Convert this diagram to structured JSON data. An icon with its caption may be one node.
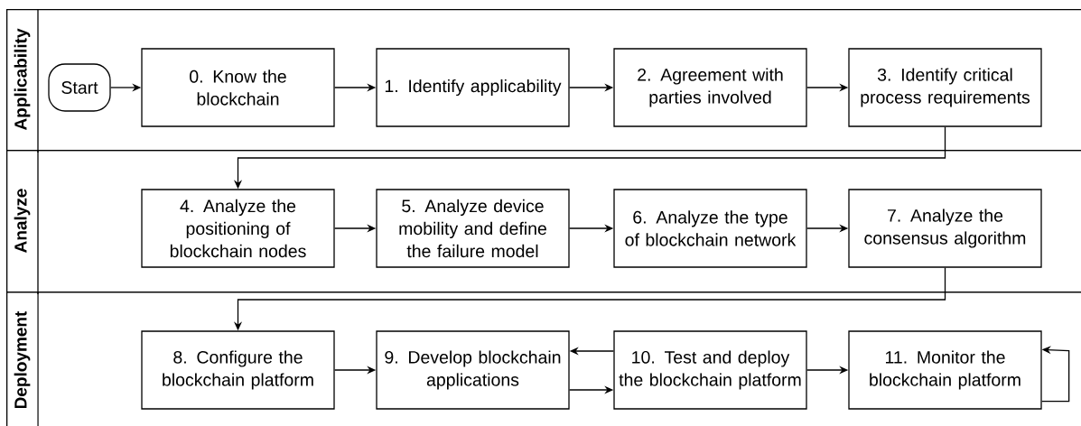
{
  "diagram": {
    "nodes": [
      {
        "text": [
          "Applicability"
        ]
      },
      {
        "text": [
          "Start"
        ],
        "in": 0
      },
      {
        "text": [
          "0. Know the blockchain"
        ],
        "in": 0
      },
      {
        "text": [
          "1. Identify applicability"
        ],
        "in": 0
      },
      {
        "text": [
          "2. Agreement with parties involved"
        ],
        "in": 0
      },
      {
        "text": [
          "3. Identify critical process requirements"
        ],
        "in": 0
      },
      {
        "text": [
          "Analyze"
        ]
      },
      {
        "text": [
          "4. Analyze the positioning of blockchain nodes"
        ],
        "in": 6
      },
      {
        "text": [
          "5. Analyze device mobility and define the failure model"
        ],
        "in": 6
      },
      {
        "text": [
          "6. Analyze the type of blockchain network"
        ],
        "in": 6
      },
      {
        "text": [
          "7. Analyze the consensus algorithm"
        ],
        "in": 6
      },
      {
        "text": [
          "Deployment"
        ]
      },
      {
        "text": [
          "8. Configure the blockchain platform"
        ],
        "in": 11
      },
      {
        "text": [
          "9. Develop blockchain applications"
        ],
        "in": 11
      },
      {
        "text": [
          "10. Test and deploy the blockchain platform"
        ],
        "in": 11
      },
      {
        "text": [
          "11. Monitor the blockchain platform"
        ],
        "in": 11
      }
    ],
    "edges": [
      {
        "from": 1,
        "to": 2,
        "arrow": "to"
      },
      {
        "from": 2,
        "to": 3,
        "arrow": "to"
      },
      {
        "from": 3,
        "to": 4,
        "arrow": "to"
      },
      {
        "from": 4,
        "to": 5,
        "arrow": "to"
      },
      {
        "from": 5,
        "to": 7,
        "arrow": "to"
      },
      {
        "from": 7,
        "to": 8,
        "arrow": "to"
      },
      {
        "from": 8,
        "to": 9,
        "arrow": "to"
      },
      {
        "from": 9,
        "to": 10,
        "arrow": "to"
      },
      {
        "from": 10,
        "to": 12,
        "arrow": "to"
      },
      {
        "from": 12,
        "to": 13,
        "arrow": "to"
      },
      {
        "from": 14,
        "to": 13,
        "arrow": "to"
      },
      {
        "from": 13,
        "to": 14,
        "arrow": "to"
      },
      {
        "from": 14,
        "to": 15,
        "arrow": "to"
      },
      {
        "from": 15,
        "to": 15,
        "arrow": "to"
      }
    ]
  }
}
